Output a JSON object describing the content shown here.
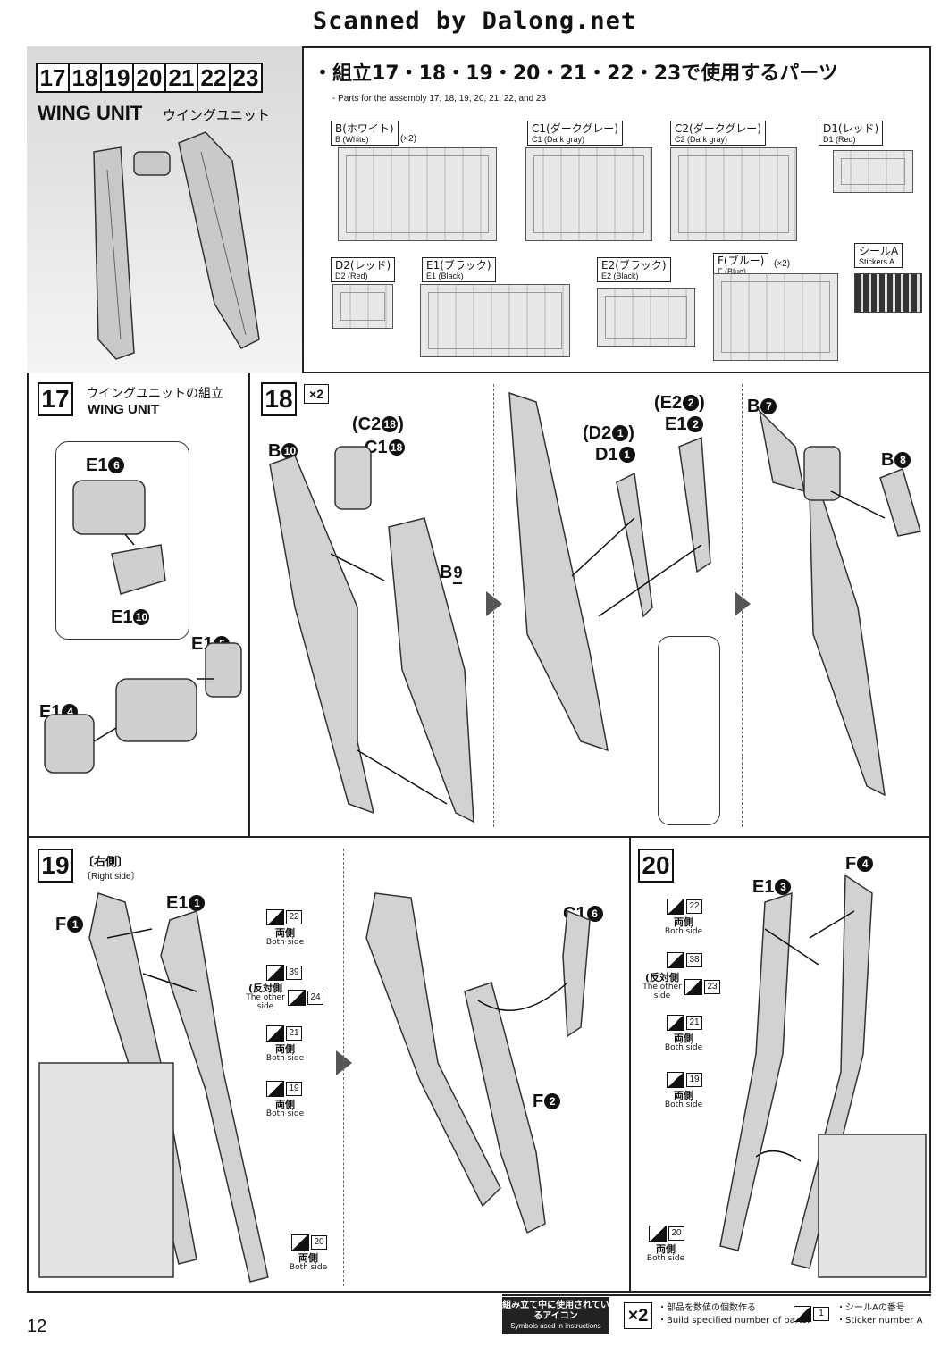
{
  "banner": "Scanned by Dalong.net",
  "header": {
    "step_numbers": [
      "17",
      "18",
      "19",
      "20",
      "21",
      "22",
      "23"
    ],
    "title": "WING UNIT",
    "title_jp": "ウイングユニット",
    "parts_title": "・組立17・18・19・20・21・22・23で使用するパーツ",
    "parts_subtitle": "- Parts for the assembly 17, 18, 19, 20, 21, 22, and 23"
  },
  "runners": [
    {
      "label": "B(ホワイト)",
      "en": "B (White)",
      "qty": "(×2)"
    },
    {
      "label": "C1(ダークグレー)",
      "en": "C1 (Dark gray)",
      "qty": ""
    },
    {
      "label": "C2(ダークグレー)",
      "en": "C2 (Dark gray)",
      "qty": ""
    },
    {
      "label": "D1(レッド)",
      "en": "D1 (Red)",
      "qty": ""
    },
    {
      "label": "D2(レッド)",
      "en": "D2 (Red)",
      "qty": ""
    },
    {
      "label": "E1(ブラック)",
      "en": "E1 (Black)",
      "qty": ""
    },
    {
      "label": "E2(ブラック)",
      "en": "E2 (Black)",
      "qty": ""
    },
    {
      "label": "F(ブルー)",
      "en": "F (Blue)",
      "qty": "(×2)"
    },
    {
      "label": "シールA",
      "en": "Stickers A",
      "qty": ""
    }
  ],
  "step17": {
    "number": "17",
    "title_jp": "ウイングユニットの組立",
    "title_en": "WING UNIT",
    "labels": [
      {
        "p": "E1",
        "n": "6"
      },
      {
        "p": "E1",
        "n": "10"
      },
      {
        "p": "E1",
        "n": "5"
      },
      {
        "p": "E1",
        "n": "4"
      }
    ]
  },
  "step18": {
    "number": "18",
    "multiplier": "×2",
    "labels": {
      "b10": {
        "p": "B",
        "n": "10"
      },
      "c2_18": {
        "p": "(C2",
        "n": "18",
        "close": ")"
      },
      "c1_18": {
        "p": "C1",
        "n": "18"
      },
      "b9": {
        "p": "B",
        "n": "9"
      },
      "d2_1": {
        "p": "(D2",
        "n": "1",
        "close": ")"
      },
      "d1_1": {
        "p": "D1",
        "n": "1"
      },
      "e2_2": {
        "p": "(E2",
        "n": "2",
        "close": ")"
      },
      "e1_2": {
        "p": "E1",
        "n": "2"
      },
      "b7": {
        "p": "B",
        "n": "7"
      },
      "b8": {
        "p": "B",
        "n": "8"
      }
    }
  },
  "step19": {
    "number": "19",
    "side_jp": "〔右側〕",
    "side_en": "〔Right side〕",
    "labels": {
      "f1": {
        "p": "F",
        "n": "1"
      },
      "e1_1": {
        "p": "E1",
        "n": "1"
      },
      "c1_6": {
        "p": "C1",
        "n": "6"
      },
      "f2": {
        "p": "F",
        "n": "2"
      }
    },
    "stickers": [
      {
        "num": "22",
        "jp": "両側",
        "en": "Both side"
      },
      {
        "num": "39",
        "jp": "(反対側",
        "en": "The other side",
        "alt": "24"
      },
      {
        "num": "21",
        "jp": "両側",
        "en": "Both side"
      },
      {
        "num": "19",
        "jp": "両側",
        "en": "Both side"
      },
      {
        "num": "20",
        "jp": "両側",
        "en": "Both side"
      }
    ]
  },
  "step20": {
    "number": "20",
    "labels": {
      "e1_3": {
        "p": "E1",
        "n": "3"
      },
      "f4": {
        "p": "F",
        "n": "4"
      }
    },
    "stickers": [
      {
        "num": "22",
        "jp": "両側",
        "en": "Both side"
      },
      {
        "num": "38",
        "jp": "(反対側",
        "en": "The other side",
        "alt": "23"
      },
      {
        "num": "21",
        "jp": "両側",
        "en": "Both side"
      },
      {
        "num": "19",
        "jp": "両側",
        "en": "Both side"
      },
      {
        "num": "20",
        "jp": "両側",
        "en": "Both side"
      }
    ]
  },
  "footer": {
    "page": "12",
    "legend_title_jp": "組み立て中に使用されているアイコン",
    "legend_title_en": "Symbols used in instructions",
    "x2_icon": "×2",
    "x2_jp": "・部品を数値の個数作る",
    "x2_en": "・Build specified number of parts.",
    "sticker_num": "1",
    "sticker_jp": "・シールAの番号",
    "sticker_en": "・Sticker number A"
  }
}
